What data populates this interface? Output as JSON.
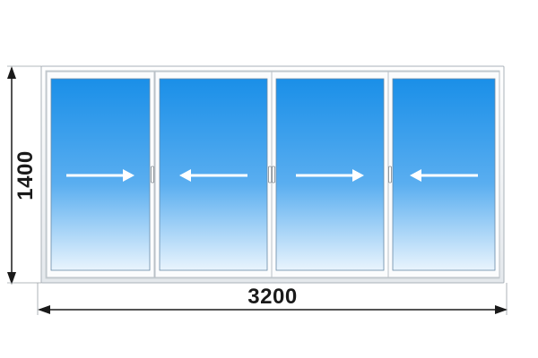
{
  "dimensions": {
    "height_label": "1400",
    "width_label": "3200"
  },
  "panels": [
    {
      "id": "panel-1",
      "arrow": "right",
      "handle": "right"
    },
    {
      "id": "panel-2",
      "arrow": "left",
      "handle": "right"
    },
    {
      "id": "panel-3",
      "arrow": "right",
      "handle": "left"
    },
    {
      "id": "panel-4",
      "arrow": "left",
      "handle": "left"
    }
  ],
  "colors": {
    "frame": "#f4f6f8",
    "frame_stroke": "#b9c0c6",
    "glass_top": "#1a8fe8",
    "glass_mid": "#5aaef0",
    "glass_bottom": "#e9f4fd",
    "arrow": "#ffffff",
    "dimension_line": "#1a1a1a"
  }
}
